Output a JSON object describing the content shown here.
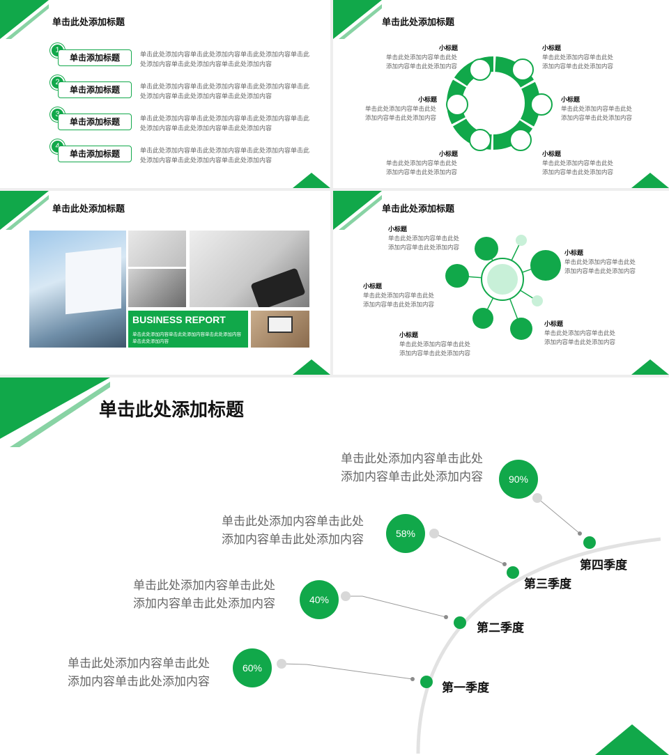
{
  "colors": {
    "accent": "#11a84a",
    "light": "#c8f0d8",
    "gray": "#d6d6d6"
  },
  "slide1": {
    "title": "单击此处添加标题",
    "items": [
      {
        "num": "1",
        "label": "单击添加标题",
        "text1": "单击此处添加内容单击此处添加内容单击此处添加内容单击此",
        "text2": "处添加内容单击此处添加内容单击此处添加内容"
      },
      {
        "num": "2",
        "label": "单击添加标题",
        "text1": "单击此处添加内容单击此处添加内容单击此处添加内容单击此",
        "text2": "处添加内容单击此处添加内容单击此处添加内容"
      },
      {
        "num": "3",
        "label": "单击添加标题",
        "text1": "单击此处添加内容单击此处添加内容单击此处添加内容单击此",
        "text2": "处添加内容单击此处添加内容单击此处添加内容"
      },
      {
        "num": "4",
        "label": "单击添加标题",
        "text1": "单击此处添加内容单击此处添加内容单击此处添加内容单击此",
        "text2": "处添加内容单击此处添加内容单击此处添加内容"
      }
    ]
  },
  "slide2": {
    "title": "单击此处添加标题",
    "items": [
      {
        "title": "小标题",
        "l1": "单击此处添加内容单击此处",
        "l2": "添加内容单击此处添加内容"
      },
      {
        "title": "小标题",
        "l1": "单击此处添加内容单击此处",
        "l2": "添加内容单击此处添加内容"
      },
      {
        "title": "小标题",
        "l1": "单击此处添加内容单击此处",
        "l2": "添加内容单击此处添加内容"
      },
      {
        "title": "小标题",
        "l1": "单击此处添加内容单击此处",
        "l2": "添加内容单击此处添加内容"
      },
      {
        "title": "小标题",
        "l1": "单击此处添加内容单击此处",
        "l2": "添加内容单击此处添加内容"
      },
      {
        "title": "小标题",
        "l1": "单击此处添加内容单击此处",
        "l2": "添加内容单击此处添加内容"
      }
    ]
  },
  "slide3": {
    "title": "单击此处添加标题",
    "report_title": "BUSINESS REPORT",
    "report_l1": "单击此处添加内容单击此处添加内容单击此处添加内容",
    "report_l2": "单击此处添加内容"
  },
  "slide4": {
    "title": "单击此处添加标题",
    "items": [
      {
        "title": "小标题",
        "l1": "单击此处添加内容单击此处",
        "l2": "添加内容单击此处添加内容"
      },
      {
        "title": "小标题",
        "l1": "单击此处添加内容单击此处",
        "l2": "添加内容单击此处添加内容"
      },
      {
        "title": "小标题",
        "l1": "单击此处添加内容单击此处",
        "l2": "添加内容单击此处添加内容"
      },
      {
        "title": "小标题",
        "l1": "单击此处添加内容单击此处",
        "l2": "添加内容单击此处添加内容"
      },
      {
        "title": "小标题",
        "l1": "单击此处添加内容单击此处",
        "l2": "添加内容单击此处添加内容"
      }
    ]
  },
  "slide5": {
    "title": "单击此处添加标题",
    "entries": [
      {
        "pct": "90%",
        "quarter": "第四季度",
        "l1": "单击此处添加内容单击此处",
        "l2": "添加内容单击此处添加内容"
      },
      {
        "pct": "58%",
        "quarter": "第三季度",
        "l1": "单击此处添加内容单击此处",
        "l2": "添加内容单击此处添加内容"
      },
      {
        "pct": "40%",
        "quarter": "第二季度",
        "l1": "单击此处添加内容单击此处",
        "l2": "添加内容单击此处添加内容"
      },
      {
        "pct": "60%",
        "quarter": "第一季度",
        "l1": "单击此处添加内容单击此处",
        "l2": "添加内容单击此处添加内容"
      }
    ]
  }
}
